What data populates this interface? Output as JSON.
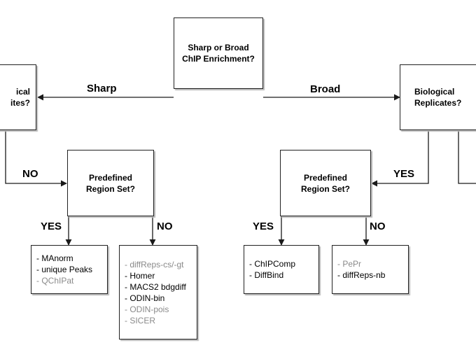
{
  "root_question": {
    "lines": [
      "Sharp or Broad",
      "ChIP Enrichment?"
    ]
  },
  "left_replicates_question": {
    "lines": [
      "ical",
      "ites?"
    ]
  },
  "right_replicates_question": {
    "lines": [
      "Biological",
      "Replicates?"
    ]
  },
  "left_region_question": {
    "lines": [
      "Predefined",
      "Region Set?"
    ]
  },
  "right_region_question": {
    "lines": [
      "Predefined",
      "Region Set?"
    ]
  },
  "edge_labels": {
    "sharp": "Sharp",
    "broad": "Broad",
    "left_no": "NO",
    "right_yes": "YES",
    "left_sub_yes": "YES",
    "left_sub_no": "NO",
    "right_sub_yes": "YES",
    "right_sub_no": "NO"
  },
  "tool_lists": {
    "left_yes": [
      {
        "text": "- MAnorm",
        "dim": false
      },
      {
        "text": "- unique Peaks",
        "dim": false
      },
      {
        "text": "- QChIPat",
        "dim": true
      }
    ],
    "left_no": [
      {
        "text": "- diffReps-cs/-gt",
        "dim": true
      },
      {
        "text": "- Homer",
        "dim": false
      },
      {
        "text": "- MACS2 bdgdiff",
        "dim": false
      },
      {
        "text": "- ODIN-bin",
        "dim": false
      },
      {
        "text": "- ODIN-pois",
        "dim": true
      },
      {
        "text": "- SICER",
        "dim": true
      }
    ],
    "right_yes": [
      {
        "text": "- ChIPComp",
        "dim": false
      },
      {
        "text": "- DiffBind",
        "dim": false
      }
    ],
    "right_no": [
      {
        "text": "- PePr",
        "dim": true
      },
      {
        "text": "- diffReps-nb",
        "dim": false
      }
    ]
  },
  "colors": {
    "line": "#1a1a1a",
    "dim_text": "#8a8a8a",
    "shadow": "#b8b8b8"
  }
}
